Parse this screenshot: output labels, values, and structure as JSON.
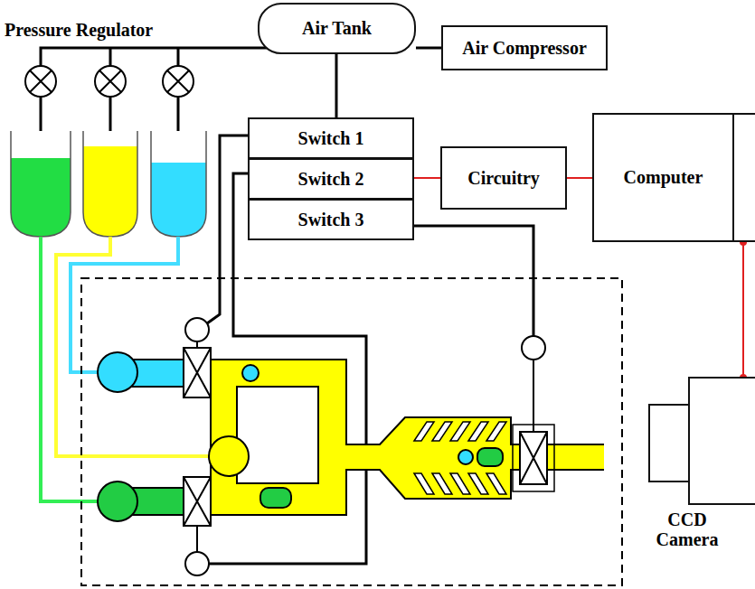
{
  "diagram": {
    "nodes": [
      {
        "text": [
          "Air Tank"
        ]
      },
      {
        "text": [
          "Air Compressor"
        ]
      },
      {
        "text": [
          "Switch 1"
        ]
      },
      {
        "text": [
          "Switch 2"
        ]
      },
      {
        "text": [
          "Switch 3"
        ]
      },
      {
        "text": [
          "Circuitry"
        ]
      },
      {
        "text": [
          "Computer"
        ]
      },
      {
        "text": [
          "CCD Camera"
        ]
      }
    ],
    "edges": [
      {
        "from": 0,
        "to": 1,
        "arrow": "none"
      },
      {
        "from": 0,
        "to": 2,
        "arrow": "none"
      },
      {
        "from": 3,
        "to": 5,
        "arrow": "none"
      },
      {
        "from": 5,
        "to": 6,
        "arrow": "none"
      },
      {
        "from": 6,
        "to": 7,
        "arrow": "none"
      }
    ],
    "labels": [
      "Pressure Regulator"
    ]
  }
}
